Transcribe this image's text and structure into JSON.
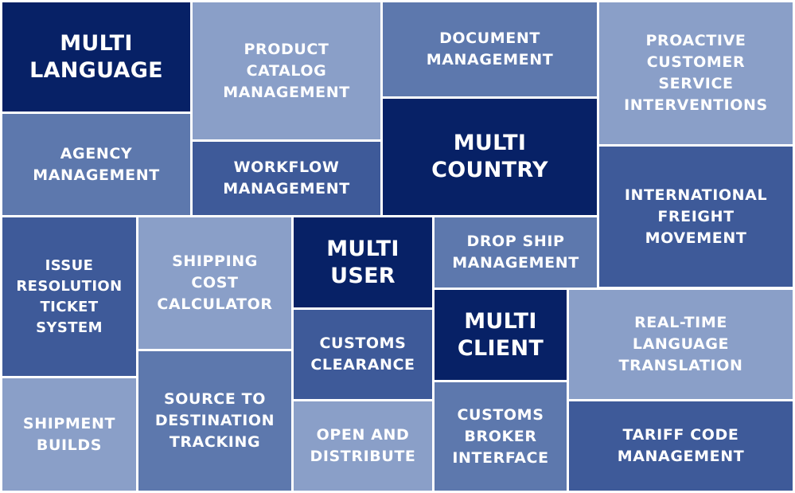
{
  "tiles": {
    "multi_language": "MULTI\nLANGUAGE",
    "product_catalog": "PRODUCT\nCATALOG\nMANAGEMENT",
    "document_management": "DOCUMENT\nMANAGEMENT",
    "proactive_customer": "PROACTIVE\nCUSTOMER\nSERVICE\nINTERVENTIONS",
    "agency_management": "AGENCY\nMANAGEMENT",
    "workflow_management": "WORKFLOW\nMANAGEMENT",
    "multi_country": "MULTI\nCOUNTRY",
    "international_freight": "INTERNATIONAL\nFREIGHT\nMOVEMENT",
    "issue_resolution": "ISSUE\nRESOLUTION\nTICKET\nSYSTEM",
    "shipping_cost": "SHIPPING\nCOST\nCALCULATOR",
    "multi_user": "MULTI\nUSER",
    "drop_ship": "DROP SHIP\nMANAGEMENT",
    "customs_clearance": "CUSTOMS\nCLEARANCE",
    "multi_client": "MULTI\nCLIENT",
    "real_time_translation": "REAL-TIME\nLANGUAGE\nTRANSLATION",
    "shipment_builds": "SHIPMENT\nBUILDS",
    "source_to_destination": "SOURCE TO\nDESTINATION\nTRACKING",
    "open_and_distribute": "OPEN AND\nDISTRIBUTE",
    "customs_broker": "CUSTOMS\nBROKER\nINTERFACE",
    "tariff_code": "TARIFF CODE\nMANAGEMENT"
  },
  "colors": {
    "navy": "#072166",
    "mid": "#3e5a99",
    "soft": "#5d78ad",
    "light": "#8a9fc8",
    "text": "#ffffff",
    "gap": "#ffffff"
  }
}
